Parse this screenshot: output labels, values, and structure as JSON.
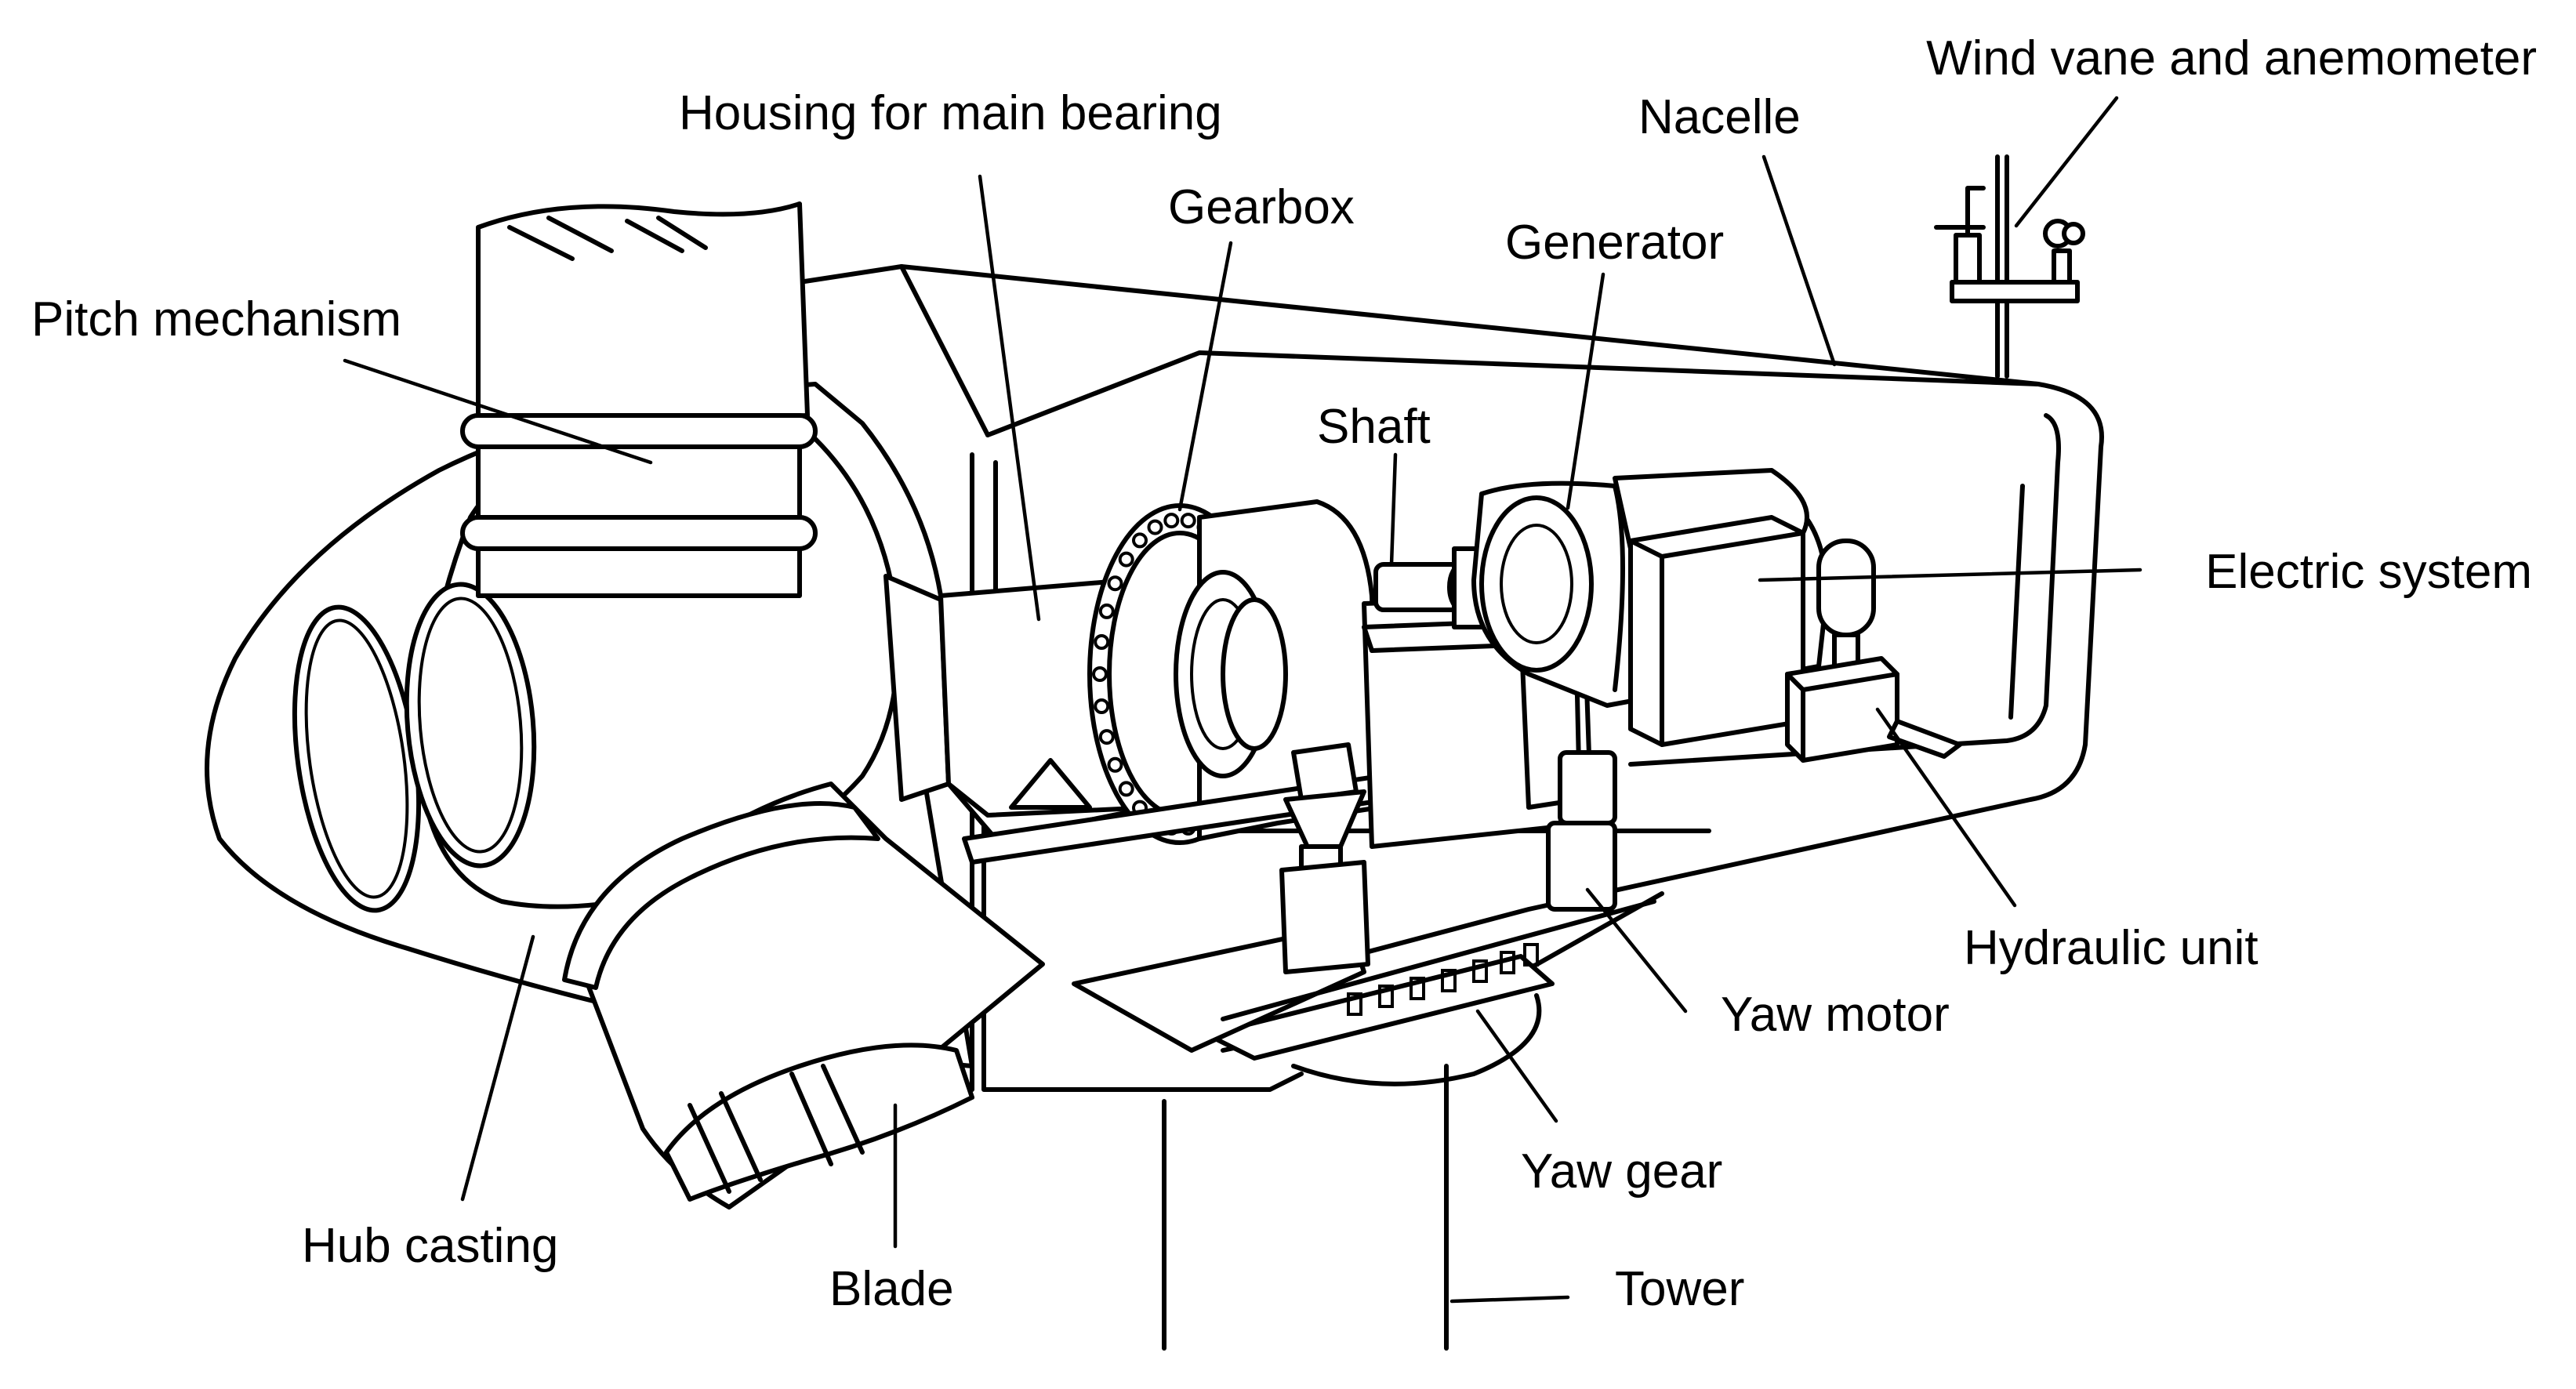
{
  "labels": {
    "wind_vane": "Wind vane and anemometer",
    "housing": "Housing for main bearing",
    "nacelle": "Nacelle",
    "gearbox": "Gearbox",
    "generator": "Generator",
    "pitch": "Pitch mechanism",
    "shaft": "Shaft",
    "electric": "Electric system",
    "hydraulic": "Hydraulic unit",
    "yaw_motor": "Yaw motor",
    "yaw_gear": "Yaw gear",
    "hub": "Hub casting",
    "blade": "Blade",
    "tower": "Tower"
  },
  "colors": {
    "line": "#000000",
    "background": "#ffffff"
  }
}
